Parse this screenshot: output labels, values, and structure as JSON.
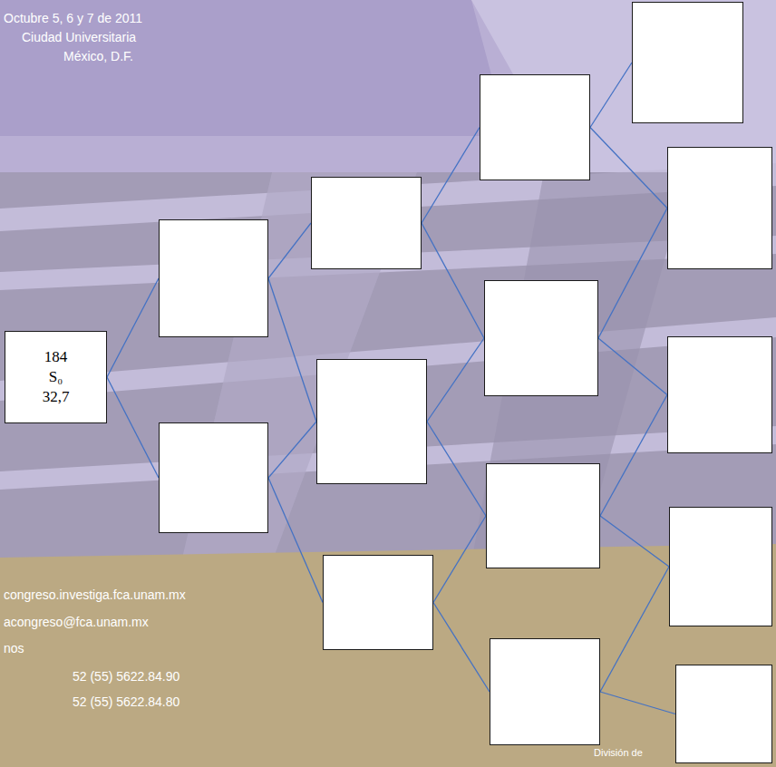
{
  "diagram": {
    "nodes": [
      {
        "text": [
          "184",
          "S₀",
          "32,7"
        ]
      },
      {
        "text": []
      },
      {
        "text": []
      },
      {
        "text": []
      },
      {
        "text": []
      },
      {
        "text": []
      },
      {
        "text": []
      },
      {
        "text": []
      },
      {
        "text": []
      },
      {
        "text": []
      },
      {
        "text": []
      },
      {
        "text": []
      },
      {
        "text": []
      },
      {
        "text": []
      },
      {
        "text": []
      }
    ],
    "edges": [
      {
        "from": 0,
        "to": 1,
        "arrow": "none"
      },
      {
        "from": 0,
        "to": 2,
        "arrow": "none"
      },
      {
        "from": 1,
        "to": 3,
        "arrow": "none"
      },
      {
        "from": 1,
        "to": 4,
        "arrow": "none"
      },
      {
        "from": 2,
        "to": 4,
        "arrow": "none"
      },
      {
        "from": 2,
        "to": 5,
        "arrow": "none"
      },
      {
        "from": 3,
        "to": 6,
        "arrow": "none"
      },
      {
        "from": 3,
        "to": 7,
        "arrow": "none"
      },
      {
        "from": 4,
        "to": 7,
        "arrow": "none"
      },
      {
        "from": 4,
        "to": 8,
        "arrow": "none"
      },
      {
        "from": 5,
        "to": 8,
        "arrow": "none"
      },
      {
        "from": 5,
        "to": 9,
        "arrow": "none"
      },
      {
        "from": 6,
        "to": 10,
        "arrow": "none"
      },
      {
        "from": 6,
        "to": 11,
        "arrow": "none"
      },
      {
        "from": 7,
        "to": 11,
        "arrow": "none"
      },
      {
        "from": 7,
        "to": 12,
        "arrow": "none"
      },
      {
        "from": 8,
        "to": 12,
        "arrow": "none"
      },
      {
        "from": 8,
        "to": 13,
        "arrow": "none"
      },
      {
        "from": 9,
        "to": 13,
        "arrow": "none"
      },
      {
        "from": 9,
        "to": 14,
        "arrow": "none"
      }
    ],
    "labels": [
      "Octubre 5, 6 y 7 de 2011",
      "Ciudad Universitaria",
      "México, D.F.",
      "congreso.investiga.fca.unam.mx",
      "acongreso@fca.unam.mx",
      "nos",
      "52 (55) 5622.84.90",
      "52 (55) 5622.84.80",
      "División de"
    ]
  }
}
